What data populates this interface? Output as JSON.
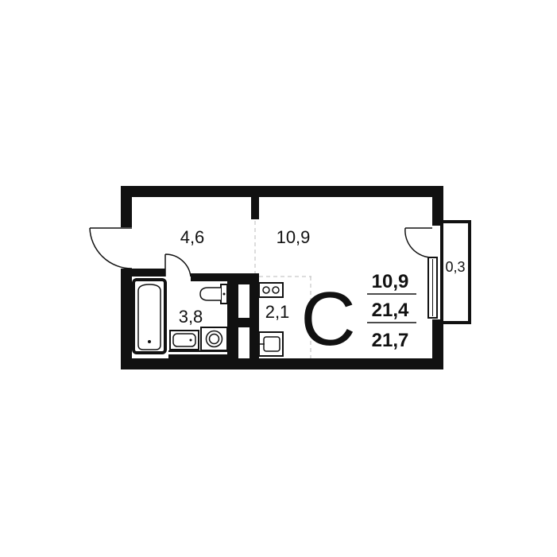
{
  "plan": {
    "apartment_type": "С",
    "rooms": {
      "hall_area": "4,6",
      "living_area": "10,9",
      "bathroom_area": "3,8",
      "kitchen_area": "2,1",
      "balcony_area": "0,3"
    },
    "summary": {
      "living": "10,9",
      "total_without_balcony": "21,4",
      "total": "21,7"
    },
    "colors": {
      "wall": "#111111",
      "background": "#ffffff",
      "dashed_line": "#bbbbbb"
    }
  }
}
